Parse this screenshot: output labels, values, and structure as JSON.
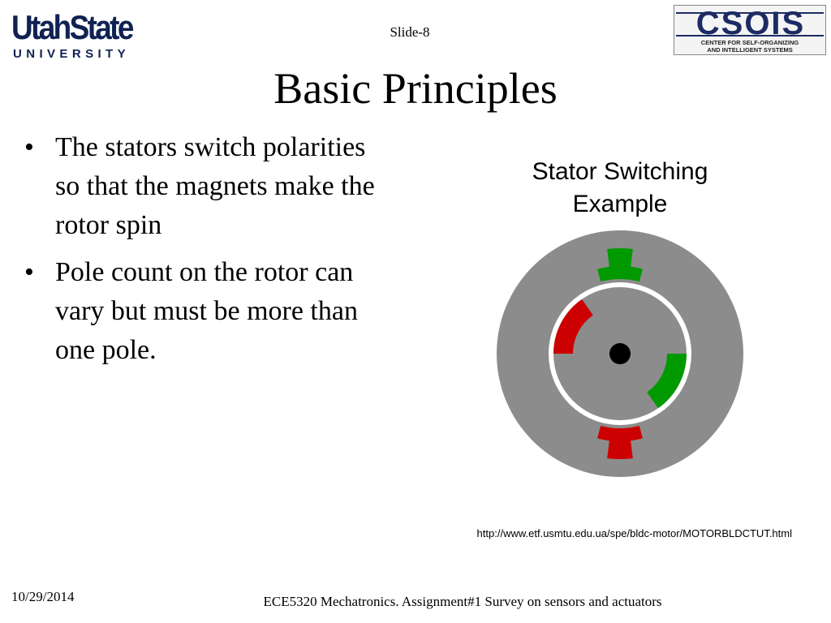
{
  "header": {
    "logo_left": {
      "wordmark": "UtahState",
      "subtitle": "UNIVERSITY"
    },
    "slide_number": "Slide-8",
    "logo_right": {
      "wordmark": "CSOIS",
      "line1": "CENTER FOR SELF-ORGANIZING",
      "line2": "AND INTELLIGENT SYSTEMS"
    }
  },
  "slide": {
    "title": "Basic Principles",
    "bullets": [
      {
        "marker": "•",
        "text": "The stators switch polarities so that the magnets make the rotor spin"
      },
      {
        "marker": "•",
        "text": "Pole count on the rotor can vary but must be more than one pole."
      }
    ],
    "figure": {
      "caption_line1": "Stator Switching",
      "caption_line2": "Example",
      "colors": {
        "stator": "#8c8c8c",
        "rotor": "#8c8c8c",
        "gap": "#ffffff",
        "north_pole": "#cc0000",
        "south_pole": "#009900",
        "shaft": "#000000"
      }
    },
    "source_url": "http://www.etf.usmtu.edu.ua/spe/bldc-motor/MOTORBLDCTUT.html"
  },
  "footer": {
    "date": "10/29/2014",
    "course": "ECE5320 Mechatronics. Assignment#1 Survey on sensors and actuators"
  }
}
